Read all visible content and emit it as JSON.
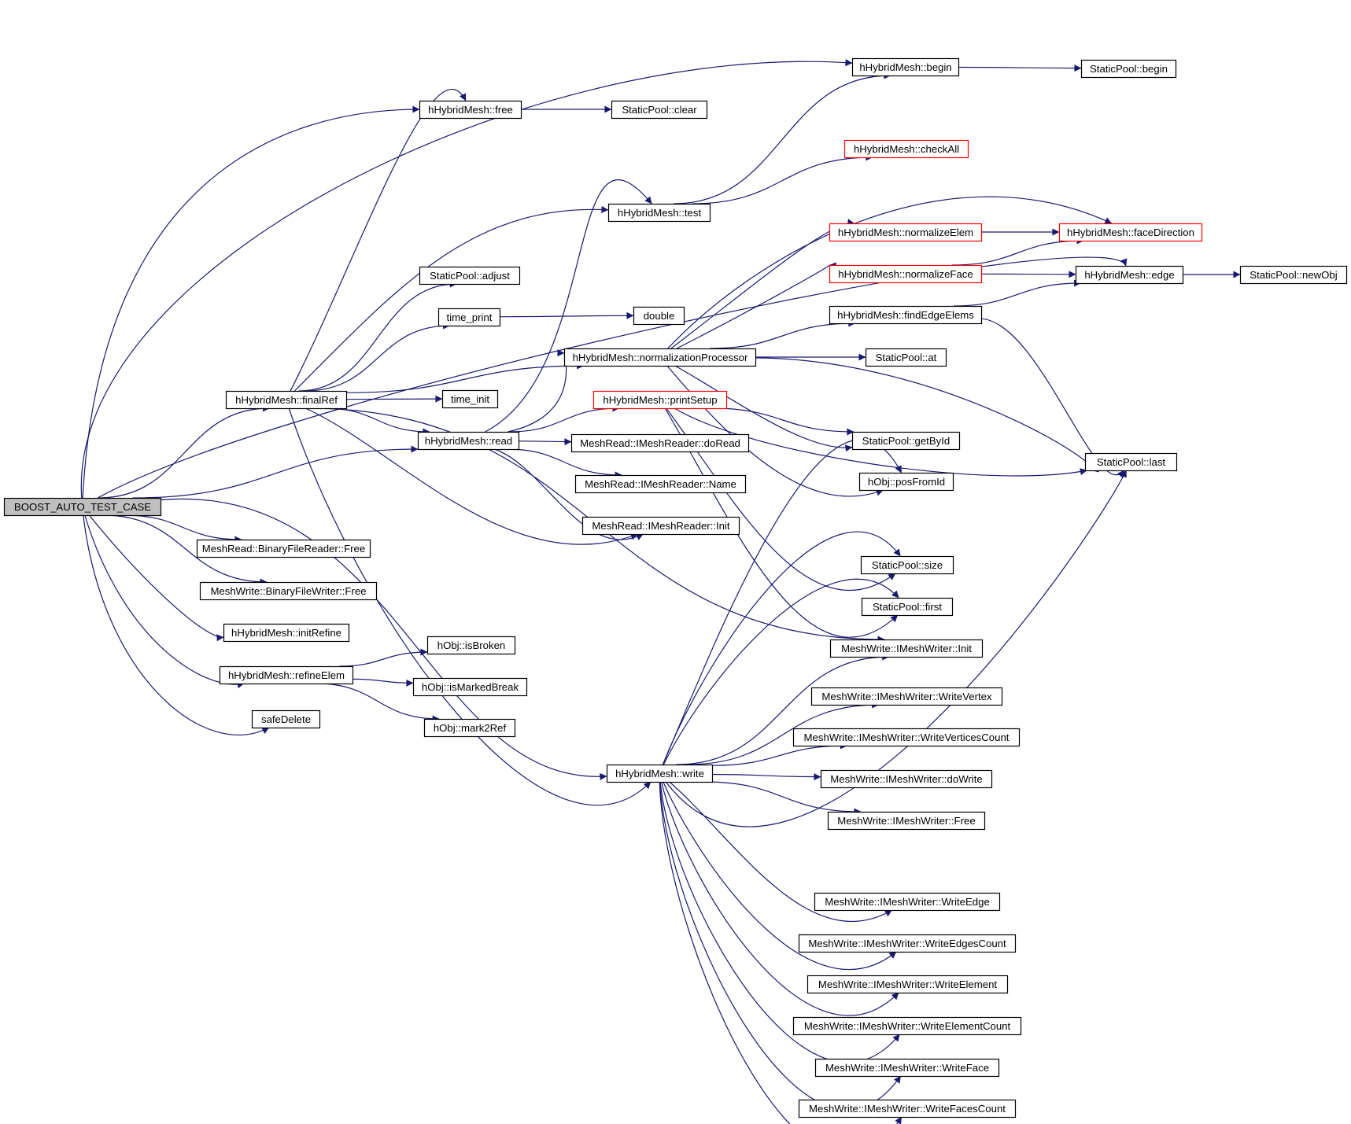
{
  "colors": {
    "edge": "#191970",
    "border_default": "#000000",
    "border_truncated": "#ff0000",
    "root_fill": "#bfbfbf",
    "node_fill": "#ffffff"
  },
  "nodes": [
    {
      "id": "root",
      "label": "BOOST_AUTO_TEST_CASE",
      "style": "root"
    },
    {
      "id": "finalRef",
      "label": "hHybridMesh::finalRef",
      "style": "normal"
    },
    {
      "id": "read",
      "label": "hHybridMesh::read",
      "style": "normal"
    },
    {
      "id": "write",
      "label": "hHybridMesh::write",
      "style": "normal"
    },
    {
      "id": "free",
      "label": "hHybridMesh::free",
      "style": "normal"
    },
    {
      "id": "begin",
      "label": "hHybridMesh::begin",
      "style": "normal"
    },
    {
      "id": "sp_begin",
      "label": "StaticPool::begin",
      "style": "normal"
    },
    {
      "id": "sp_clear",
      "label": "StaticPool::clear",
      "style": "normal"
    },
    {
      "id": "checkAll",
      "label": "hHybridMesh::checkAll",
      "style": "truncated"
    },
    {
      "id": "test",
      "label": "hHybridMesh::test",
      "style": "normal"
    },
    {
      "id": "faceDirection",
      "label": "hHybridMesh::faceDirection",
      "style": "truncated"
    },
    {
      "id": "normalizeElem",
      "label": "hHybridMesh::normalizeElem",
      "style": "truncated"
    },
    {
      "id": "normalizeFace",
      "label": "hHybridMesh::normalizeFace",
      "style": "truncated"
    },
    {
      "id": "edge",
      "label": "hHybridMesh::edge",
      "style": "normal"
    },
    {
      "id": "newObj",
      "label": "StaticPool::newObj",
      "style": "normal"
    },
    {
      "id": "adjust",
      "label": "StaticPool::adjust",
      "style": "normal"
    },
    {
      "id": "time_print",
      "label": "time_print",
      "style": "normal"
    },
    {
      "id": "double",
      "label": "double",
      "style": "normal"
    },
    {
      "id": "findEdgeElems",
      "label": "hHybridMesh::findEdgeElems",
      "style": "normal"
    },
    {
      "id": "normProc",
      "label": "hHybridMesh::normalizationProcessor",
      "style": "normal"
    },
    {
      "id": "sp_at",
      "label": "StaticPool::at",
      "style": "normal"
    },
    {
      "id": "time_init",
      "label": "time_init",
      "style": "normal"
    },
    {
      "id": "printSetup",
      "label": "hHybridMesh::printSetup",
      "style": "truncated"
    },
    {
      "id": "getById",
      "label": "StaticPool::getById",
      "style": "normal"
    },
    {
      "id": "sp_last",
      "label": "StaticPool::last",
      "style": "normal"
    },
    {
      "id": "doRead",
      "label": "MeshRead::IMeshReader::doRead",
      "style": "normal"
    },
    {
      "id": "posFromId",
      "label": "hObj::posFromId",
      "style": "normal"
    },
    {
      "id": "rName",
      "label": "MeshRead::IMeshReader::Name",
      "style": "normal"
    },
    {
      "id": "rInit",
      "label": "MeshRead::IMeshReader::Init",
      "style": "normal"
    },
    {
      "id": "bfrFree",
      "label": "MeshRead::BinaryFileReader::Free",
      "style": "normal"
    },
    {
      "id": "sp_size",
      "label": "StaticPool::size",
      "style": "normal"
    },
    {
      "id": "bfwFree",
      "label": "MeshWrite::BinaryFileWriter::Free",
      "style": "normal"
    },
    {
      "id": "sp_first",
      "label": "StaticPool::first",
      "style": "normal"
    },
    {
      "id": "initRefine",
      "label": "hHybridMesh::initRefine",
      "style": "normal"
    },
    {
      "id": "wInit",
      "label": "MeshWrite::IMeshWriter::Init",
      "style": "normal"
    },
    {
      "id": "isBroken",
      "label": "hObj::isBroken",
      "style": "normal"
    },
    {
      "id": "refineElem",
      "label": "hHybridMesh::refineElem",
      "style": "normal"
    },
    {
      "id": "isMarkedBreak",
      "label": "hObj::isMarkedBreak",
      "style": "normal"
    },
    {
      "id": "wVertex",
      "label": "MeshWrite::IMeshWriter::WriteVertex",
      "style": "normal"
    },
    {
      "id": "safeDelete",
      "label": "safeDelete",
      "style": "normal"
    },
    {
      "id": "mark2Ref",
      "label": "hObj::mark2Ref",
      "style": "normal"
    },
    {
      "id": "wVertCount",
      "label": "MeshWrite::IMeshWriter::WriteVerticesCount",
      "style": "normal"
    },
    {
      "id": "wDoWrite",
      "label": "MeshWrite::IMeshWriter::doWrite",
      "style": "normal"
    },
    {
      "id": "wFree",
      "label": "MeshWrite::IMeshWriter::Free",
      "style": "normal"
    },
    {
      "id": "wEdge",
      "label": "MeshWrite::IMeshWriter::WriteEdge",
      "style": "normal"
    },
    {
      "id": "wEdgesCount",
      "label": "MeshWrite::IMeshWriter::WriteEdgesCount",
      "style": "normal"
    },
    {
      "id": "wElement",
      "label": "MeshWrite::IMeshWriter::WriteElement",
      "style": "normal"
    },
    {
      "id": "wElemCount",
      "label": "MeshWrite::IMeshWriter::WriteElementCount",
      "style": "normal"
    },
    {
      "id": "wFace",
      "label": "MeshWrite::IMeshWriter::WriteFace",
      "style": "normal"
    },
    {
      "id": "wFacesCount",
      "label": "MeshWrite::IMeshWriter::WriteFacesCount",
      "style": "normal"
    }
  ],
  "edges": [
    [
      "root",
      "begin"
    ],
    [
      "root",
      "free"
    ],
    [
      "root",
      "edge"
    ],
    [
      "root",
      "finalRef"
    ],
    [
      "root",
      "read"
    ],
    [
      "root",
      "write"
    ],
    [
      "root",
      "bfrFree"
    ],
    [
      "root",
      "bfwFree"
    ],
    [
      "root",
      "initRefine"
    ],
    [
      "root",
      "refineElem"
    ],
    [
      "root",
      "safeDelete"
    ],
    [
      "finalRef",
      "free"
    ],
    [
      "finalRef",
      "test"
    ],
    [
      "finalRef",
      "adjust"
    ],
    [
      "finalRef",
      "time_print"
    ],
    [
      "finalRef",
      "normProc"
    ],
    [
      "finalRef",
      "time_init"
    ],
    [
      "finalRef",
      "read"
    ],
    [
      "finalRef",
      "rInit"
    ],
    [
      "finalRef",
      "wInit"
    ],
    [
      "finalRef",
      "write"
    ],
    [
      "free",
      "sp_clear"
    ],
    [
      "begin",
      "sp_begin"
    ],
    [
      "time_print",
      "double"
    ],
    [
      "read",
      "test"
    ],
    [
      "read",
      "normProc"
    ],
    [
      "read",
      "printSetup"
    ],
    [
      "read",
      "doRead"
    ],
    [
      "read",
      "rName"
    ],
    [
      "read",
      "rInit"
    ],
    [
      "test",
      "begin"
    ],
    [
      "test",
      "checkAll"
    ],
    [
      "normProc",
      "faceDirection"
    ],
    [
      "normProc",
      "normalizeElem"
    ],
    [
      "normProc",
      "normalizeFace"
    ],
    [
      "normProc",
      "findEdgeElems"
    ],
    [
      "normProc",
      "sp_at"
    ],
    [
      "normProc",
      "getById"
    ],
    [
      "normProc",
      "posFromId"
    ],
    [
      "normProc",
      "sp_last"
    ],
    [
      "normalizeElem",
      "faceDirection"
    ],
    [
      "normalizeFace",
      "faceDirection"
    ],
    [
      "normalizeFace",
      "edge"
    ],
    [
      "findEdgeElems",
      "edge"
    ],
    [
      "findEdgeElems",
      "sp_last"
    ],
    [
      "edge",
      "newObj"
    ],
    [
      "printSetup",
      "getById"
    ],
    [
      "printSetup",
      "sp_last"
    ],
    [
      "printSetup",
      "sp_size"
    ],
    [
      "printSetup",
      "sp_first"
    ],
    [
      "refineElem",
      "isBroken"
    ],
    [
      "refineElem",
      "isMarkedBreak"
    ],
    [
      "refineElem",
      "mark2Ref"
    ],
    [
      "write",
      "posFromId"
    ],
    [
      "write",
      "sp_size"
    ],
    [
      "write",
      "sp_first"
    ],
    [
      "write",
      "wInit"
    ],
    [
      "write",
      "wVertex"
    ],
    [
      "write",
      "wVertCount"
    ],
    [
      "write",
      "wDoWrite"
    ],
    [
      "write",
      "wFree"
    ],
    [
      "write",
      "sp_last"
    ],
    [
      "write",
      "wEdge"
    ],
    [
      "write",
      "wEdgesCount"
    ],
    [
      "write",
      "wElement"
    ],
    [
      "write",
      "wElemCount"
    ],
    [
      "write",
      "wFace"
    ],
    [
      "write",
      "wFacesCount"
    ]
  ]
}
